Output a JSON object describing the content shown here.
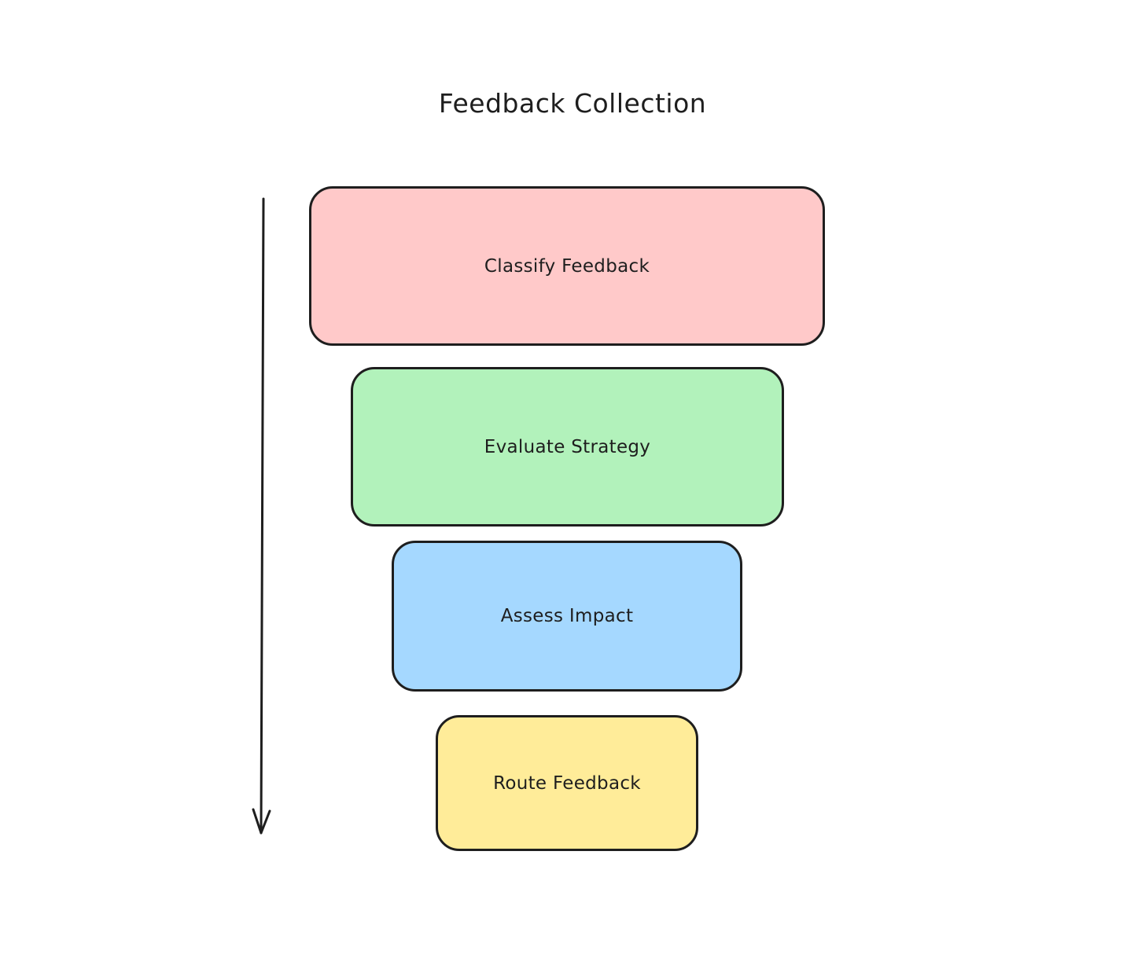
{
  "title": "Feedback Collection",
  "stages": [
    {
      "label": "Classify Feedback",
      "color": "#ffc9c9"
    },
    {
      "label": "Evaluate Strategy",
      "color": "#b2f2bb"
    },
    {
      "label": "Assess Impact",
      "color": "#a5d8ff"
    },
    {
      "label": "Route Feedback",
      "color": "#ffec99"
    }
  ]
}
